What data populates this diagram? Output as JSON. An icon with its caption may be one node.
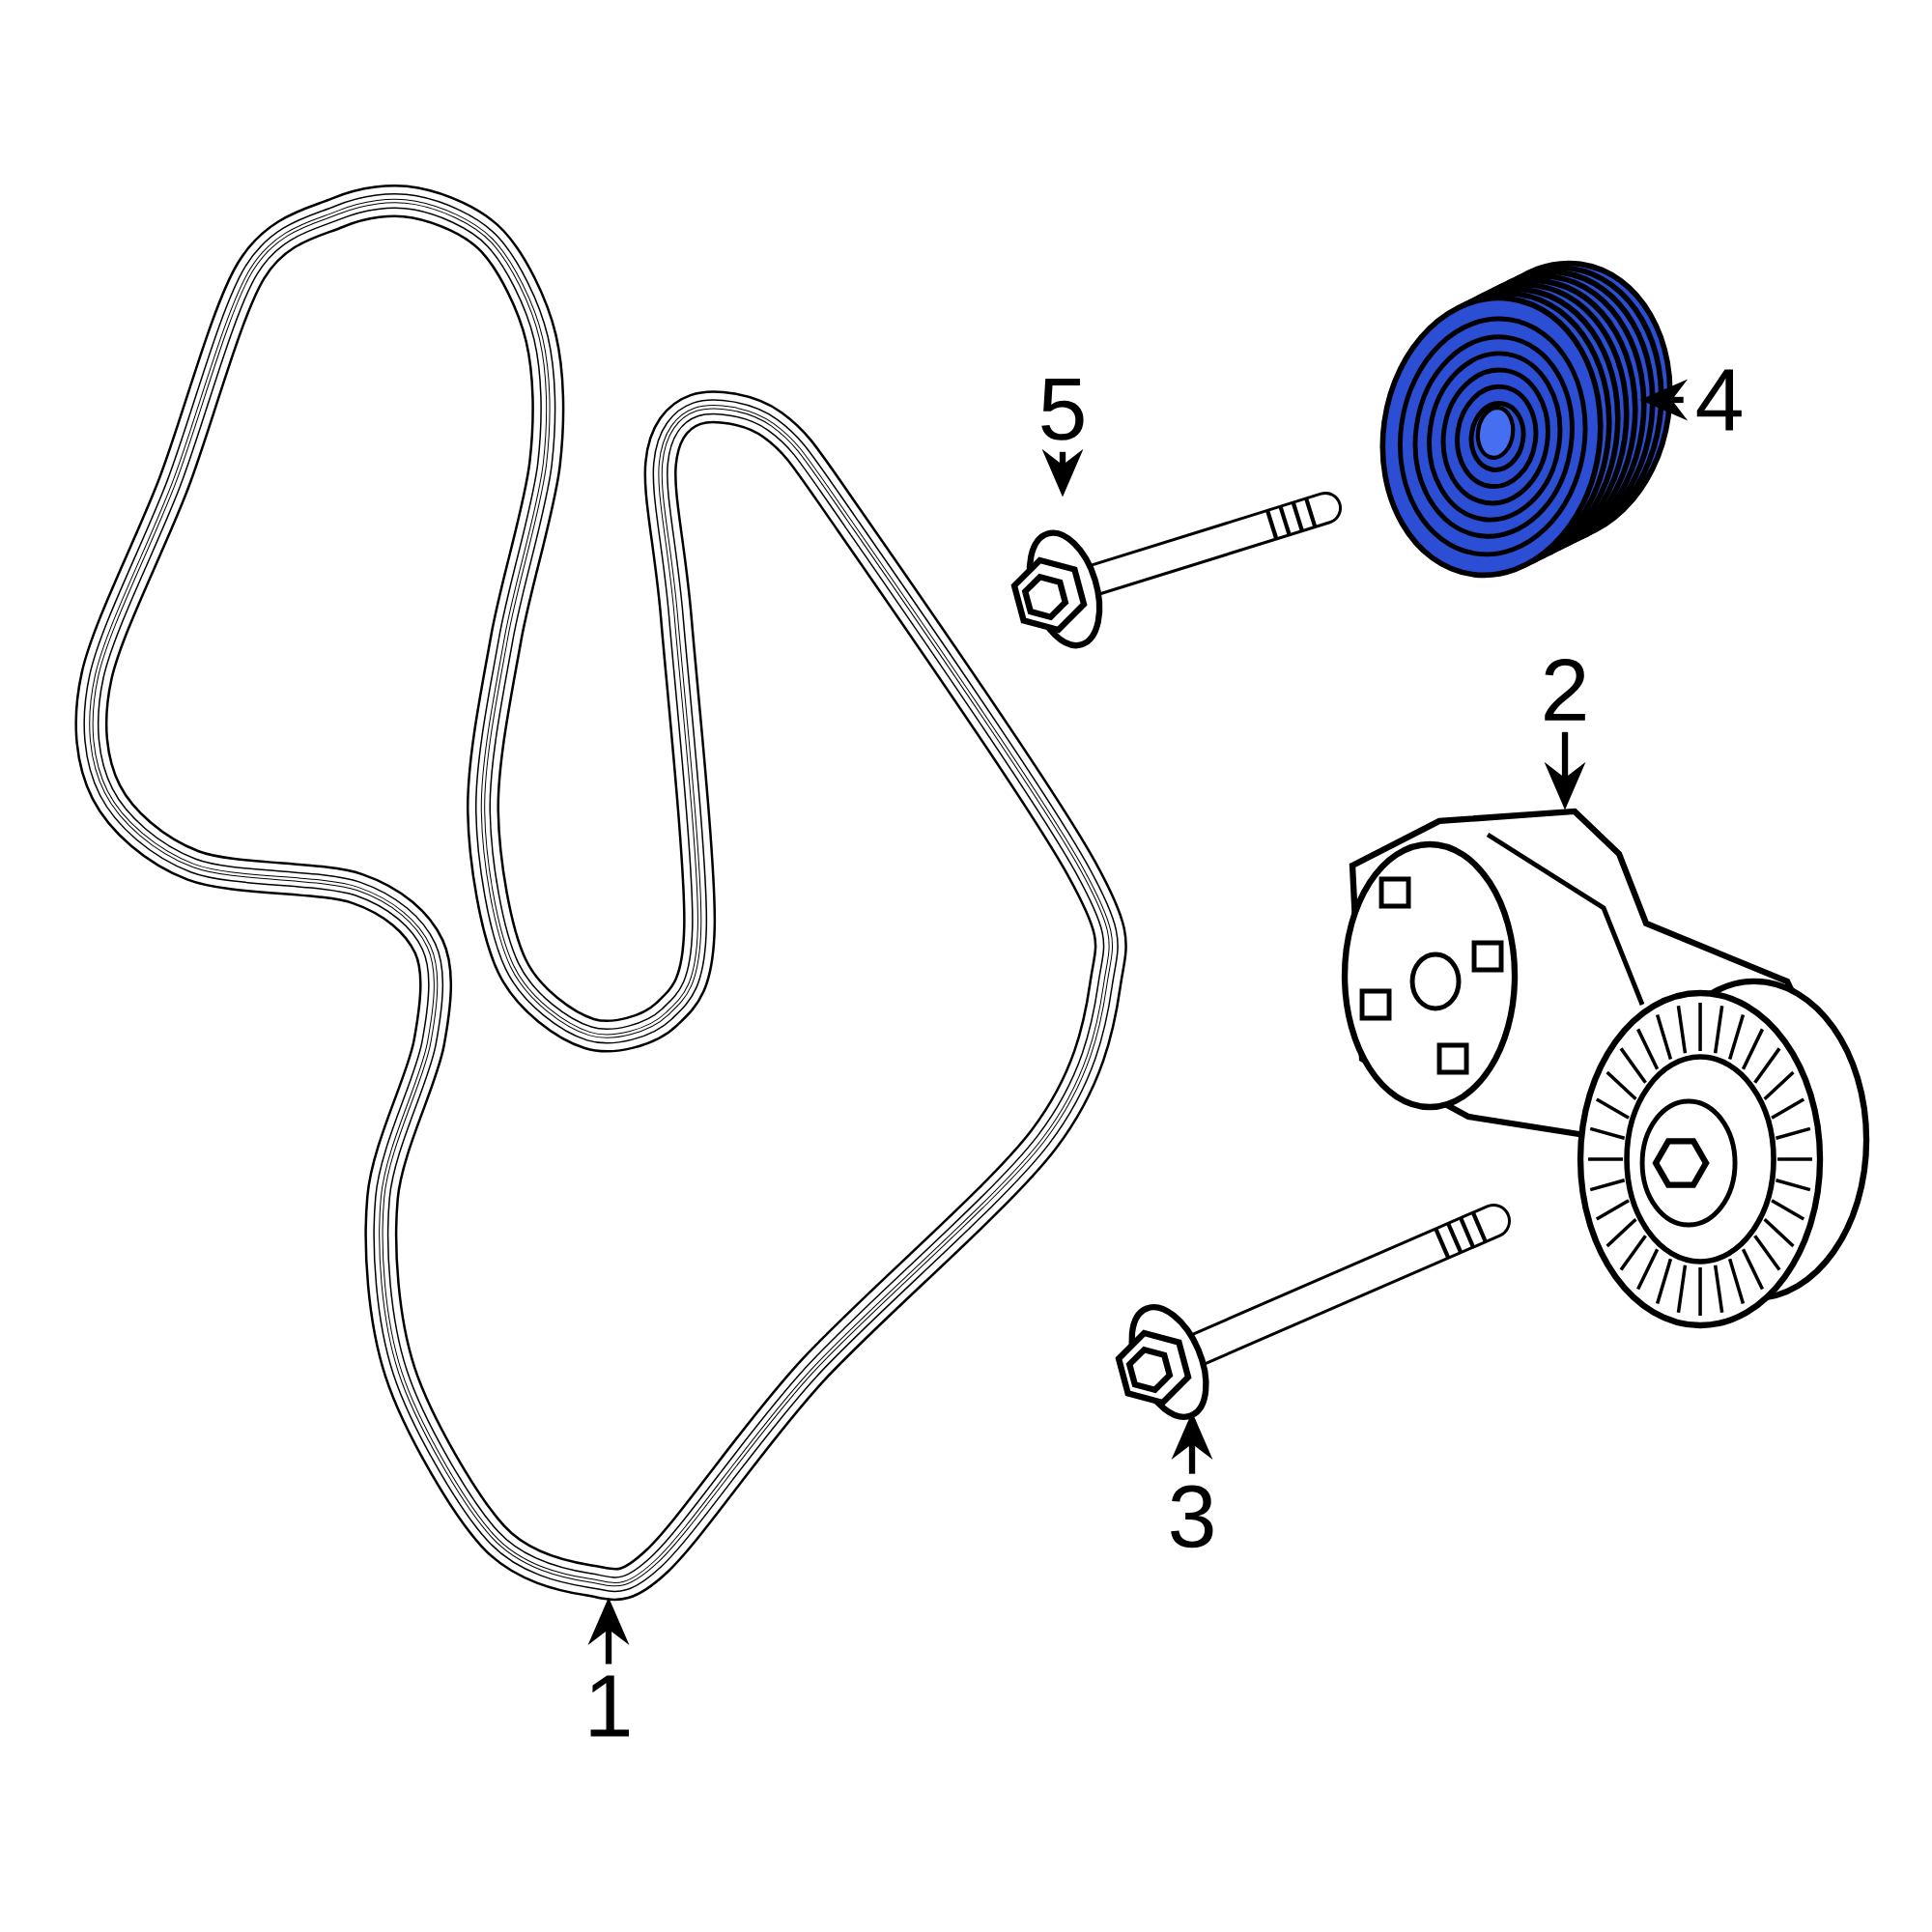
{
  "diagram": {
    "nodes": [
      {
        "text": [
          "5"
        ]
      },
      {
        "text": [],
        "shape": "picture"
      },
      {
        "text": [
          "4"
        ]
      },
      {
        "text": [],
        "shape": "picture"
      },
      {
        "text": [
          "2"
        ]
      },
      {
        "text": [],
        "shape": "picture"
      },
      {
        "text": [
          "3"
        ]
      },
      {
        "text": [],
        "shape": "picture"
      },
      {
        "text": [
          "1"
        ]
      },
      {
        "text": [],
        "shape": "picture"
      }
    ],
    "edges": [
      {
        "from": 0,
        "to": 1,
        "arrow": "to"
      },
      {
        "from": 2,
        "to": 3,
        "arrow": "to"
      },
      {
        "from": 4,
        "to": 5,
        "arrow": "to"
      },
      {
        "from": 6,
        "to": 7,
        "arrow": "to"
      },
      {
        "from": 8,
        "to": 9,
        "arrow": "to"
      }
    ]
  }
}
